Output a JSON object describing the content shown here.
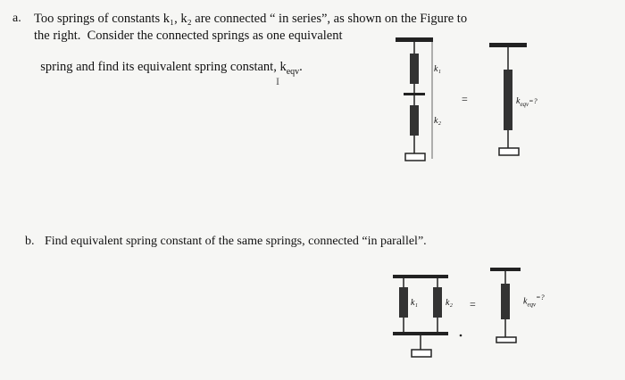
{
  "problem_a": {
    "marker": "a.",
    "lines": [
      "Too springs of constants k₁, k₂ are connected “ in series”, as shown on the Figure to",
      "the right.  Consider the connected springs as one equivalent",
      "spring and find its equivalent spring constant, k"
    ],
    "last_subscript": "eqv",
    "last_suffix": ".",
    "cursor_glyph": "I"
  },
  "figure_a": {
    "k1": "k₁",
    "k2": "k₂",
    "equals": "=",
    "keqv": "k",
    "keqv_sub": "eqv",
    "keqv_suffix": "=?"
  },
  "problem_b": {
    "marker": "b.",
    "text": "Find equivalent spring constant of the same springs, connected “in parallel”."
  },
  "figure_b": {
    "k1": "k₁",
    "k2": "k₂",
    "equals": "=",
    "keqv": "k",
    "keqv_sub": "eqv",
    "keqv_suffix": "=?"
  }
}
